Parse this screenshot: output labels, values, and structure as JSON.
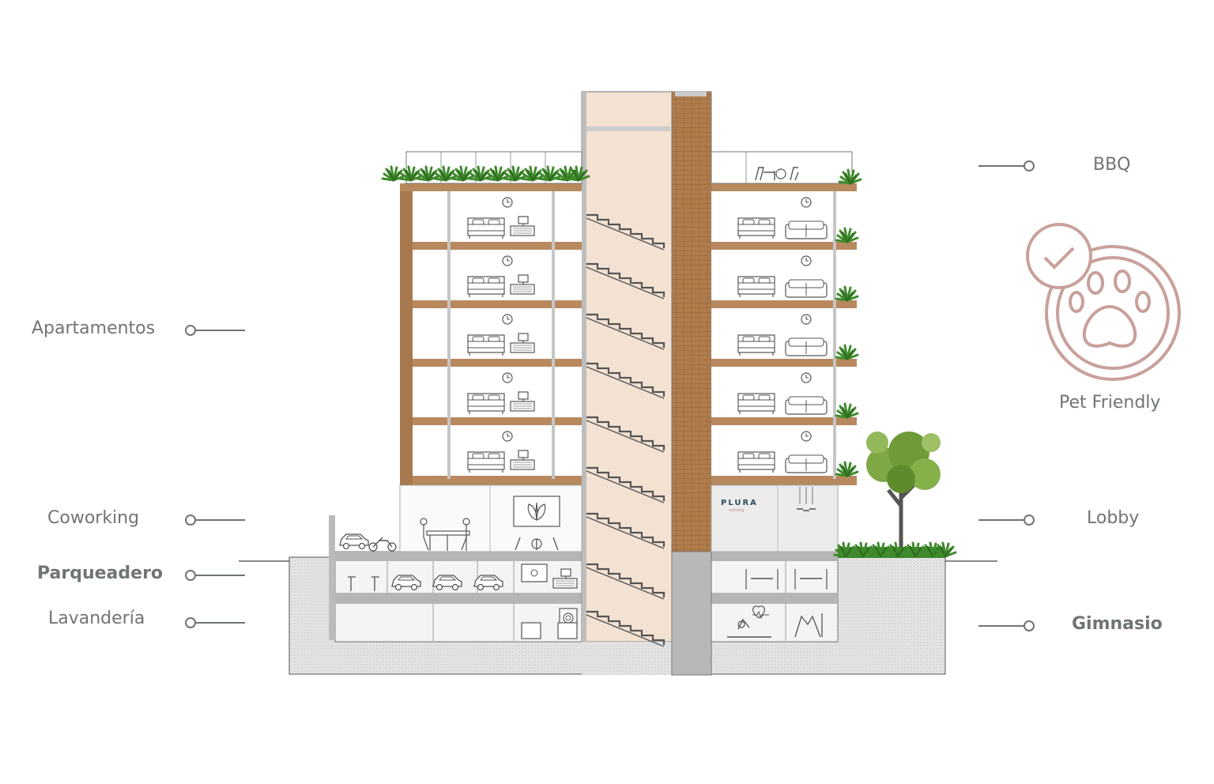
{
  "colors": {
    "wood": "#a7784e",
    "slab": "#b8895e",
    "core": "#f3e1d2",
    "stair": "#555555",
    "ground": "#e9e9e9",
    "label": "#6f7572",
    "pet": "#c9a09b",
    "plant": "#3f8a2c",
    "leader": "#6f7572"
  },
  "labels": {
    "apartamentos": "Apartamentos",
    "coworking": "Coworking",
    "parqueadero": "Parqueadero",
    "lavanderia": "Lavandería",
    "bbq": "BBQ",
    "pet_friendly": "Pet Friendly",
    "lobby": "Lobby",
    "gimnasio": "Gimnasio"
  },
  "sign": {
    "brand": "PLURA",
    "sub": "coliving"
  },
  "icons": {
    "pet": "paw-check-icon",
    "bed": "bed-icon",
    "sofa": "sofa-icon",
    "clock": "clock-icon",
    "car": "car-icon",
    "motorbike": "motorbike-icon",
    "bicycle": "bicycle-icon",
    "washer": "washing-machine-icon",
    "heart": "heart-rate-icon",
    "tree": "tree-icon",
    "plant": "plant-icon"
  }
}
